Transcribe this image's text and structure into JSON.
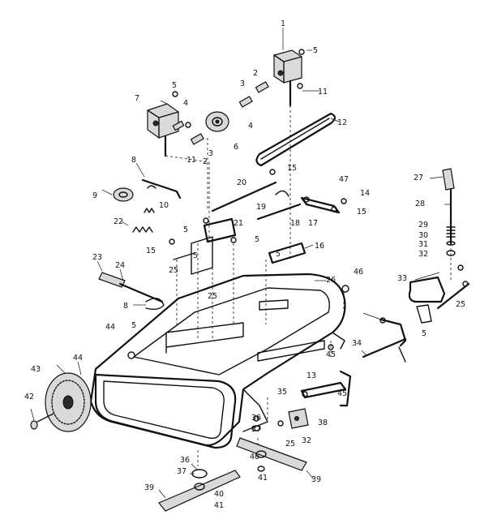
{
  "diagram": {
    "callouts": [
      {
        "id": "c1",
        "text": "1"
      },
      {
        "id": "c2",
        "text": "2"
      },
      {
        "id": "c3",
        "text": "3"
      },
      {
        "id": "c4",
        "text": "4"
      },
      {
        "id": "c5",
        "text": "5"
      },
      {
        "id": "c6",
        "text": "6"
      },
      {
        "id": "c7",
        "text": "7"
      },
      {
        "id": "c8",
        "text": "8"
      },
      {
        "id": "c9",
        "text": "9"
      },
      {
        "id": "c10",
        "text": "10"
      },
      {
        "id": "c11",
        "text": "11"
      },
      {
        "id": "c12",
        "text": "12"
      },
      {
        "id": "c13",
        "text": "13"
      },
      {
        "id": "c14",
        "text": "14"
      },
      {
        "id": "c15",
        "text": "15"
      },
      {
        "id": "c16",
        "text": "16"
      },
      {
        "id": "c17",
        "text": "17"
      },
      {
        "id": "c18",
        "text": "18"
      },
      {
        "id": "c19",
        "text": "19"
      },
      {
        "id": "c20",
        "text": "20"
      },
      {
        "id": "c21",
        "text": "21"
      },
      {
        "id": "c22",
        "text": "22"
      },
      {
        "id": "c23",
        "text": "23"
      },
      {
        "id": "c24",
        "text": "24"
      },
      {
        "id": "c25",
        "text": "25"
      },
      {
        "id": "c26",
        "text": "26"
      },
      {
        "id": "c27",
        "text": "27"
      },
      {
        "id": "c28",
        "text": "28"
      },
      {
        "id": "c29",
        "text": "29"
      },
      {
        "id": "c30",
        "text": "30"
      },
      {
        "id": "c31",
        "text": "31"
      },
      {
        "id": "c32",
        "text": "32"
      },
      {
        "id": "c33",
        "text": "33"
      },
      {
        "id": "c34",
        "text": "34"
      },
      {
        "id": "c35",
        "text": "35"
      },
      {
        "id": "c36",
        "text": "36"
      },
      {
        "id": "c37",
        "text": "37"
      },
      {
        "id": "c38",
        "text": "38"
      },
      {
        "id": "c39",
        "text": "39"
      },
      {
        "id": "c40",
        "text": "40"
      },
      {
        "id": "c41",
        "text": "41"
      },
      {
        "id": "c42",
        "text": "42"
      },
      {
        "id": "c43",
        "text": "43"
      },
      {
        "id": "c44",
        "text": "44"
      },
      {
        "id": "c45",
        "text": "45"
      },
      {
        "id": "c46",
        "text": "46"
      },
      {
        "id": "c47",
        "text": "47"
      }
    ]
  }
}
